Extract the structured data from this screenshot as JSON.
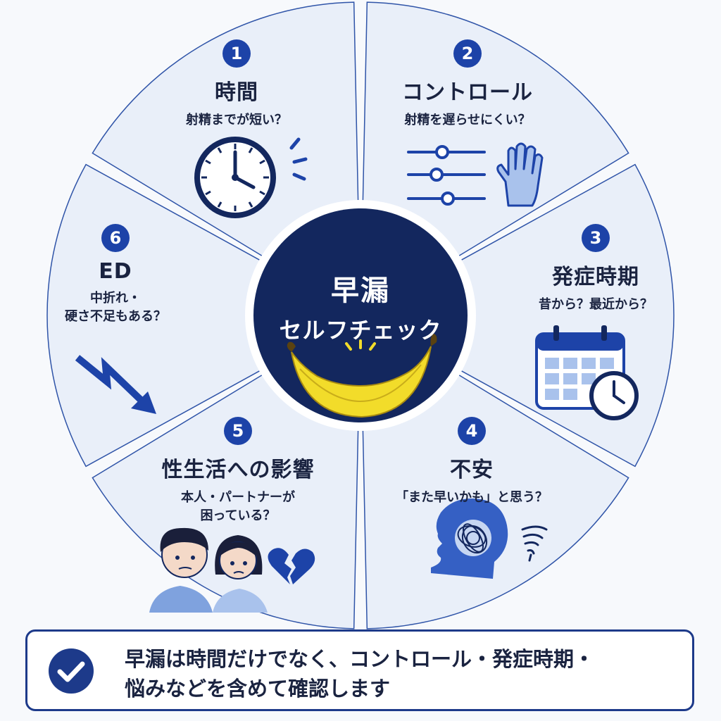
{
  "center": {
    "line1": "早漏",
    "line2": "セルフチェック"
  },
  "segments": [
    {
      "number": "1",
      "title": "時間",
      "question": "射精までが短い？",
      "icon": "clock-icon"
    },
    {
      "number": "2",
      "title": "コントロール",
      "question": "射精を遅らせにくい？",
      "icon": "sliders-hand-icon"
    },
    {
      "number": "3",
      "title": "発症時期",
      "question": "昔から？最近から？",
      "icon": "calendar-clock-icon"
    },
    {
      "number": "4",
      "title": "不安",
      "question": "「また早いかも」と思う？",
      "icon": "anxious-head-icon"
    },
    {
      "number": "5",
      "title": "性生活への影響",
      "question": "本人・パートナーが\n困っている？",
      "icon": "worried-couple-icon"
    },
    {
      "number": "6",
      "title": "ED",
      "question": "中折れ・\n硬さ不足もある？",
      "icon": "down-arrow-icon"
    }
  ],
  "summary": {
    "text": "早漏は時間だけでなく、コントロール・発症時期・\n悩みなどを含めて確認します",
    "icon": "check-circle-icon"
  },
  "colors": {
    "navy": "#13275e",
    "accent": "#1d43a8",
    "segment": "#e9eff9",
    "banana": "#f2dc2a"
  }
}
